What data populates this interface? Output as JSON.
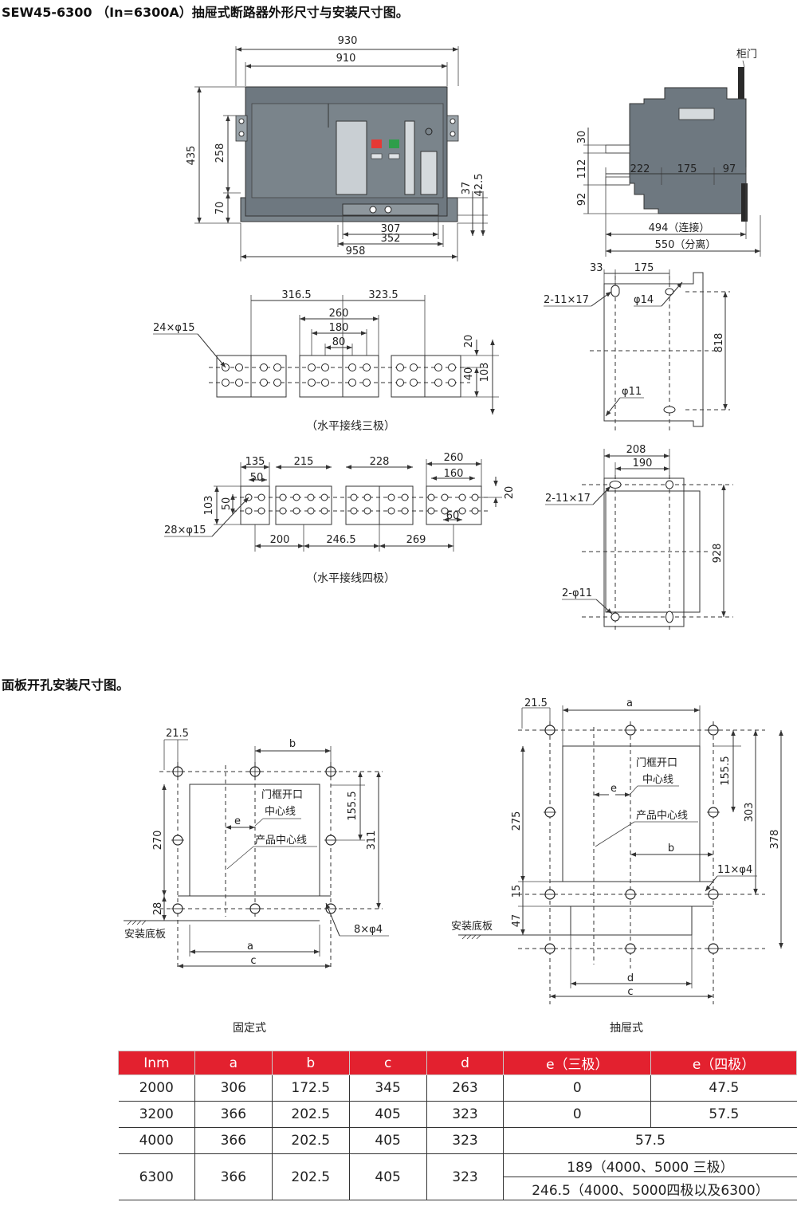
{
  "title_main": "SEW45-6300 （In=6300A）抽屉式断路器外形尺寸与安装尺寸图。",
  "title_panel": "面板开孔安装尺寸图。",
  "front_view": {
    "dims": {
      "d930": "930",
      "d910": "910",
      "d435": "435",
      "d258": "258",
      "d70": "70",
      "d37": "37",
      "d425": "42.5",
      "d307": "307",
      "d352": "352",
      "d958": "958"
    },
    "indicator_colors": {
      "red": "#e53935",
      "green": "#2e9e4a"
    },
    "body_color": "#6e7880"
  },
  "side_view": {
    "door_label": "柜门",
    "dims": {
      "d30": "30",
      "d112": "112",
      "d92": "92",
      "d222": "222",
      "d175": "175",
      "d97": "97",
      "d494": "494（连接）",
      "d550": "550（分离）"
    }
  },
  "three_pole": {
    "caption": "（水平接线三极）",
    "dims": {
      "d3165": "316.5",
      "d3235": "323.5",
      "d260": "260",
      "d180": "180",
      "d80": "80",
      "d20": "20",
      "d40": "40",
      "d103": "103"
    },
    "holes": "24×φ15"
  },
  "four_pole": {
    "caption": "（水平接线四极）",
    "dims": {
      "d135": "135",
      "d50a": "50",
      "d215": "215",
      "d228": "228",
      "d260": "260",
      "d160": "160",
      "d20": "20",
      "d103": "103",
      "d50b": "50",
      "d60": "60",
      "d200": "200",
      "d2465": "246.5",
      "d269": "269"
    },
    "holes": "28×φ15"
  },
  "mount_top": {
    "dims": {
      "d33": "33",
      "d175": "175",
      "d818": "818"
    },
    "slot": "2-11×17",
    "phi14": "φ14",
    "phi11": "φ11"
  },
  "mount_bottom": {
    "dims": {
      "d208": "208",
      "d190": "190",
      "d928": "928"
    },
    "slot": "2-11×17",
    "phi11": "2-φ11"
  },
  "fixed": {
    "caption": "固定式",
    "dims": {
      "d215": "21.5",
      "b": "b",
      "d1555": "155.5",
      "d270": "270",
      "d311": "311",
      "d28": "28",
      "e": "e",
      "a": "a",
      "c": "c"
    },
    "door_center": [
      "门框开口",
      "中心线"
    ],
    "product_center": "产品中心线",
    "base_plate": "安装底板",
    "holes": "8×φ4"
  },
  "drawout": {
    "caption": "抽屉式",
    "dims": {
      "d215": "21.5",
      "a": "a",
      "d1555": "155.5",
      "d275": "275",
      "d303": "303",
      "d378": "378",
      "d15": "15",
      "d47": "47",
      "e": "e",
      "b": "b",
      "d": "d",
      "c": "c"
    },
    "door_center": [
      "门框开口",
      "中心线"
    ],
    "product_center": "产品中心线",
    "base_plate": "安装底板",
    "holes": "11×φ4"
  },
  "table": {
    "headers": [
      "Inm",
      "a",
      "b",
      "c",
      "d",
      "e（三极）",
      "e（四极）"
    ],
    "rows": [
      [
        "2000",
        "306",
        "172.5",
        "345",
        "263",
        "0",
        "47.5"
      ],
      [
        "3200",
        "366",
        "202.5",
        "405",
        "323",
        "0",
        "57.5"
      ],
      [
        "4000",
        "366",
        "202.5",
        "405",
        "323",
        "57.5"
      ],
      [
        "6300",
        "366",
        "202.5",
        "405",
        "323",
        "189（4000、5000 三极）",
        "246.5（4000、5000四极以及6300）"
      ]
    ]
  }
}
